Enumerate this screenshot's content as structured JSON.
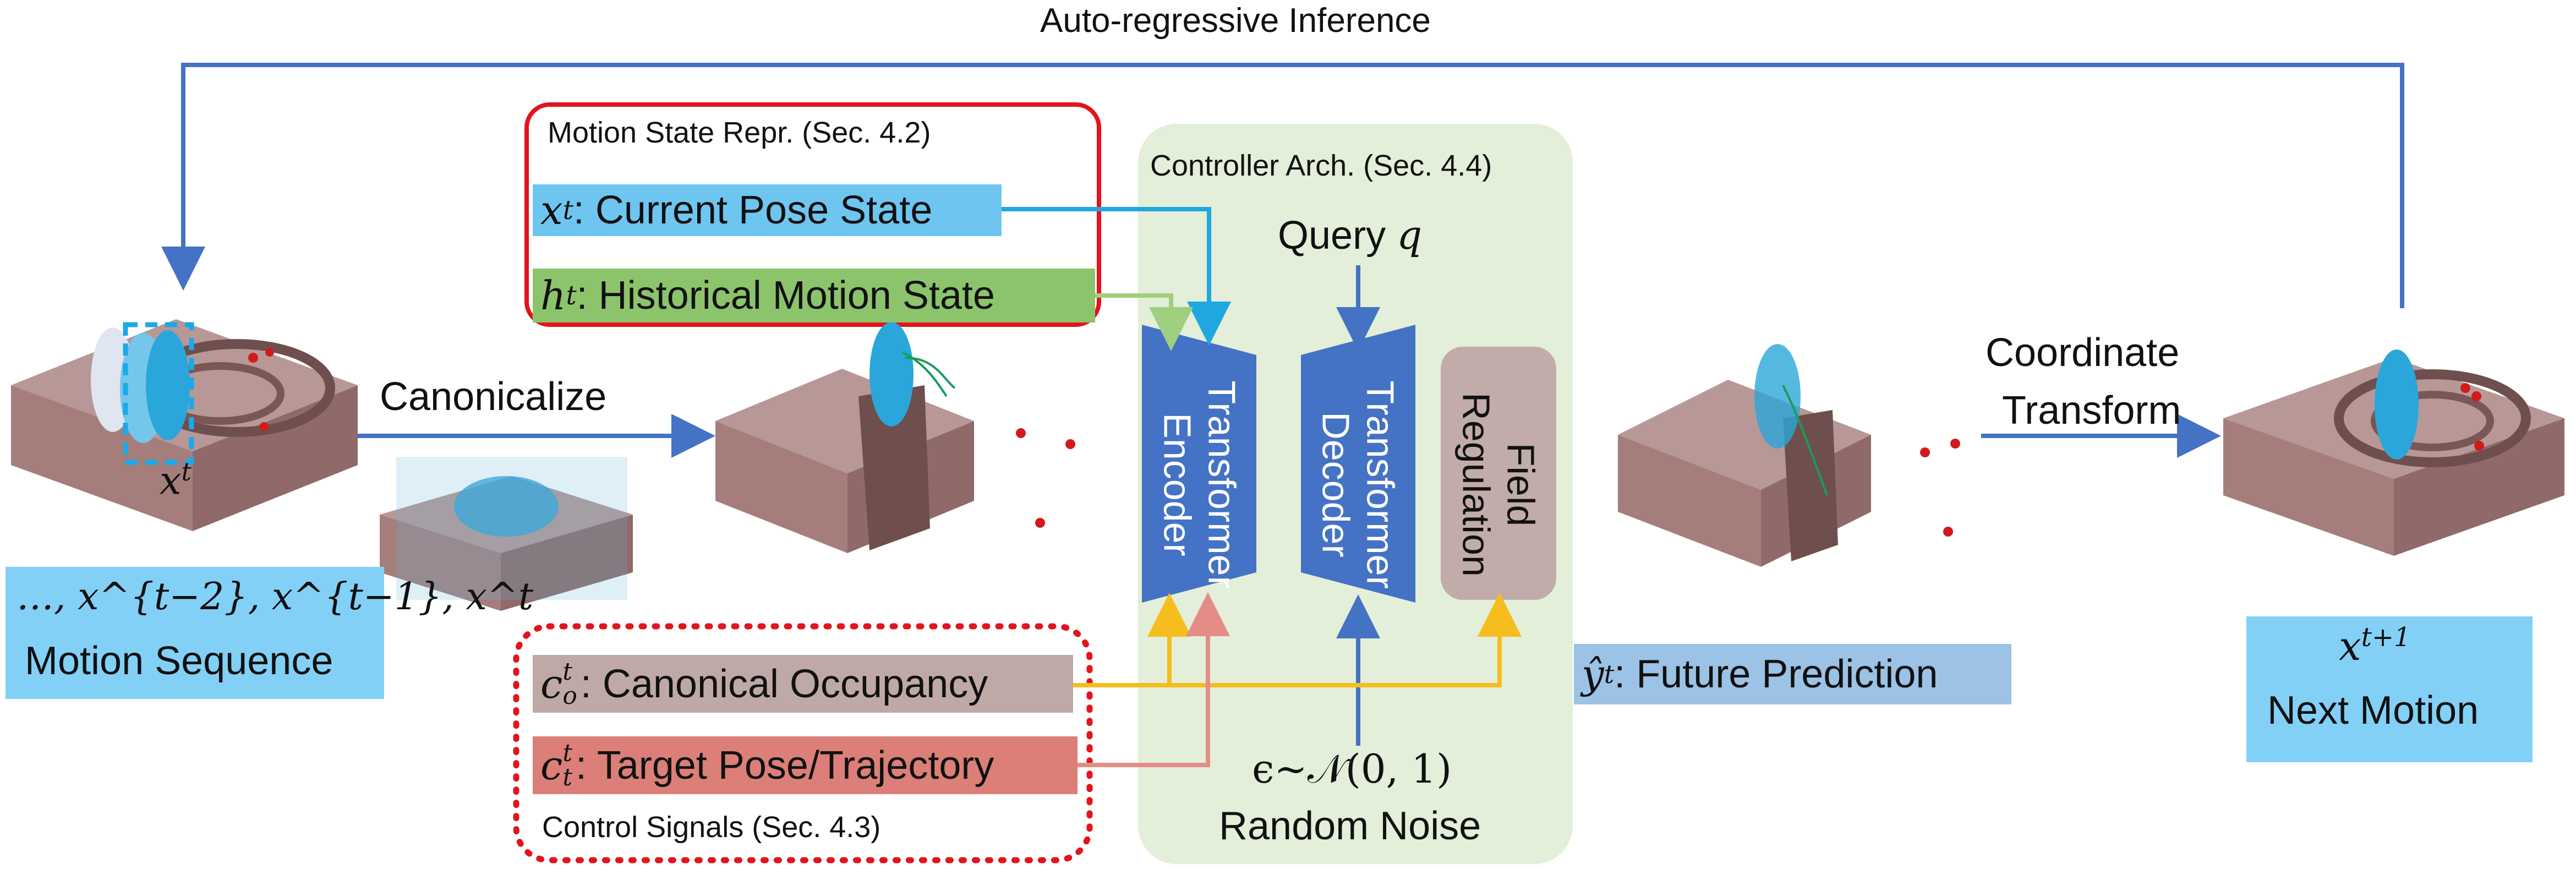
{
  "title_loop": "Auto-regressive Inference",
  "motion_state": {
    "header": "Motion State Repr. (Sec. 4.2)",
    "current_sym": "x",
    "current_sup": "t",
    "current_text": ": Current Pose State",
    "hist_sym": "h",
    "hist_sup": "t",
    "hist_text": ": Historical Motion State"
  },
  "controller": {
    "header": "Controller Arch. (Sec. 4.4)",
    "query_text": "Query ",
    "query_sym": "q",
    "encoder": "Transformer Encoder",
    "decoder": "Transformer Decoder",
    "field": "Field Regulation",
    "noise_eq": "ϵ∼𝒩(0, 1)",
    "noise_label": "Random Noise"
  },
  "control": {
    "header": "Control Signals (Sec. 4.3)",
    "occ_sym": "c",
    "occ_sub": "o",
    "occ_sup": "t",
    "occ_text": ": Canonical Occupancy",
    "tgt_sym": "c",
    "tgt_sub": "t",
    "tgt_sup": "t",
    "tgt_text": ": Target Pose/Trajectory"
  },
  "left": {
    "frame_sym": "x",
    "frame_sup": "t",
    "seq_eq": "…, x^{t−2}, x^{t−1}, x^t",
    "seq_label": "Motion Sequence",
    "canon": "Canonicalize"
  },
  "right": {
    "future_sym": "ŷ",
    "future_sup": "t",
    "future_text": ": Future Prediction",
    "coord_line1": "Coordinate",
    "coord_line2": "Transform",
    "next_sym": "x",
    "next_sup": "t+1",
    "next_label": "Next Motion"
  },
  "colors": {
    "blue_arrow": "#4472c4",
    "cyan_arrow": "#1fa7e0",
    "green_arrow": "#9fcf7f",
    "yellow_arrow": "#f5be1e",
    "pink_arrow": "#e38d86",
    "red_border": "#e3141b",
    "current_bg": "#6ec6f0",
    "hist_bg": "#8cc46b",
    "occ_bg": "#bfa9a6",
    "tgt_bg": "#db7f78",
    "future_bg": "#9cc2e6",
    "seq_bg": "#83d0f7",
    "controller_bg": "#e3efd8",
    "trapezoid": "#4472c4",
    "field_bg": "#c1acaa"
  }
}
